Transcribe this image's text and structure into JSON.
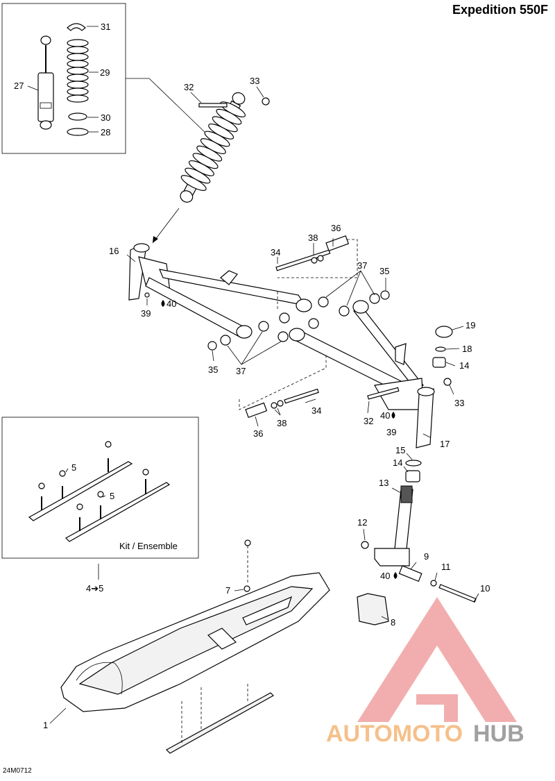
{
  "title": "Expedition 550F",
  "figure_code": "24M0712",
  "inset_caption": "Kit / Ensemble",
  "kit_arrow_label": "4➔5",
  "watermark": {
    "text_part1": "AUTOMOTO",
    "text_part2": "HUB",
    "color_triangle": "#f0a0a0",
    "color_text1": "#f5c08a",
    "color_text2": "#a0a0a0"
  },
  "drop_icon": "drop-icon",
  "callouts": [
    {
      "id": "c31",
      "text": "31"
    },
    {
      "id": "c29",
      "text": "29"
    },
    {
      "id": "c27",
      "text": "27"
    },
    {
      "id": "c30",
      "text": "30"
    },
    {
      "id": "c28",
      "text": "28"
    },
    {
      "id": "c32a",
      "text": "32"
    },
    {
      "id": "c33a",
      "text": "33"
    },
    {
      "id": "c16",
      "text": "16"
    },
    {
      "id": "c34a",
      "text": "34"
    },
    {
      "id": "c38a",
      "text": "38"
    },
    {
      "id": "c36a",
      "text": "36"
    },
    {
      "id": "c37a",
      "text": "37"
    },
    {
      "id": "c35a",
      "text": "35"
    },
    {
      "id": "c39a",
      "text": "39"
    },
    {
      "id": "c40a",
      "text": "40"
    },
    {
      "id": "c35b",
      "text": "35"
    },
    {
      "id": "c37b",
      "text": "37"
    },
    {
      "id": "c19",
      "text": "19"
    },
    {
      "id": "c18",
      "text": "18"
    },
    {
      "id": "c14a",
      "text": "14"
    },
    {
      "id": "c33b",
      "text": "33"
    },
    {
      "id": "c34b",
      "text": "34"
    },
    {
      "id": "c38b",
      "text": "38"
    },
    {
      "id": "c36b",
      "text": "36"
    },
    {
      "id": "c32b",
      "text": "32"
    },
    {
      "id": "c40b",
      "text": "40"
    },
    {
      "id": "c39b",
      "text": "39"
    },
    {
      "id": "c17",
      "text": "17"
    },
    {
      "id": "c15",
      "text": "15"
    },
    {
      "id": "c14b",
      "text": "14"
    },
    {
      "id": "c5a",
      "text": "5"
    },
    {
      "id": "c5b",
      "text": "5"
    },
    {
      "id": "c13",
      "text": "13"
    },
    {
      "id": "c12",
      "text": "12"
    },
    {
      "id": "c9",
      "text": "9"
    },
    {
      "id": "c11",
      "text": "11"
    },
    {
      "id": "c40c",
      "text": "40"
    },
    {
      "id": "c10",
      "text": "10"
    },
    {
      "id": "c7",
      "text": "7"
    },
    {
      "id": "c8",
      "text": "8"
    },
    {
      "id": "c1",
      "text": "1"
    }
  ]
}
